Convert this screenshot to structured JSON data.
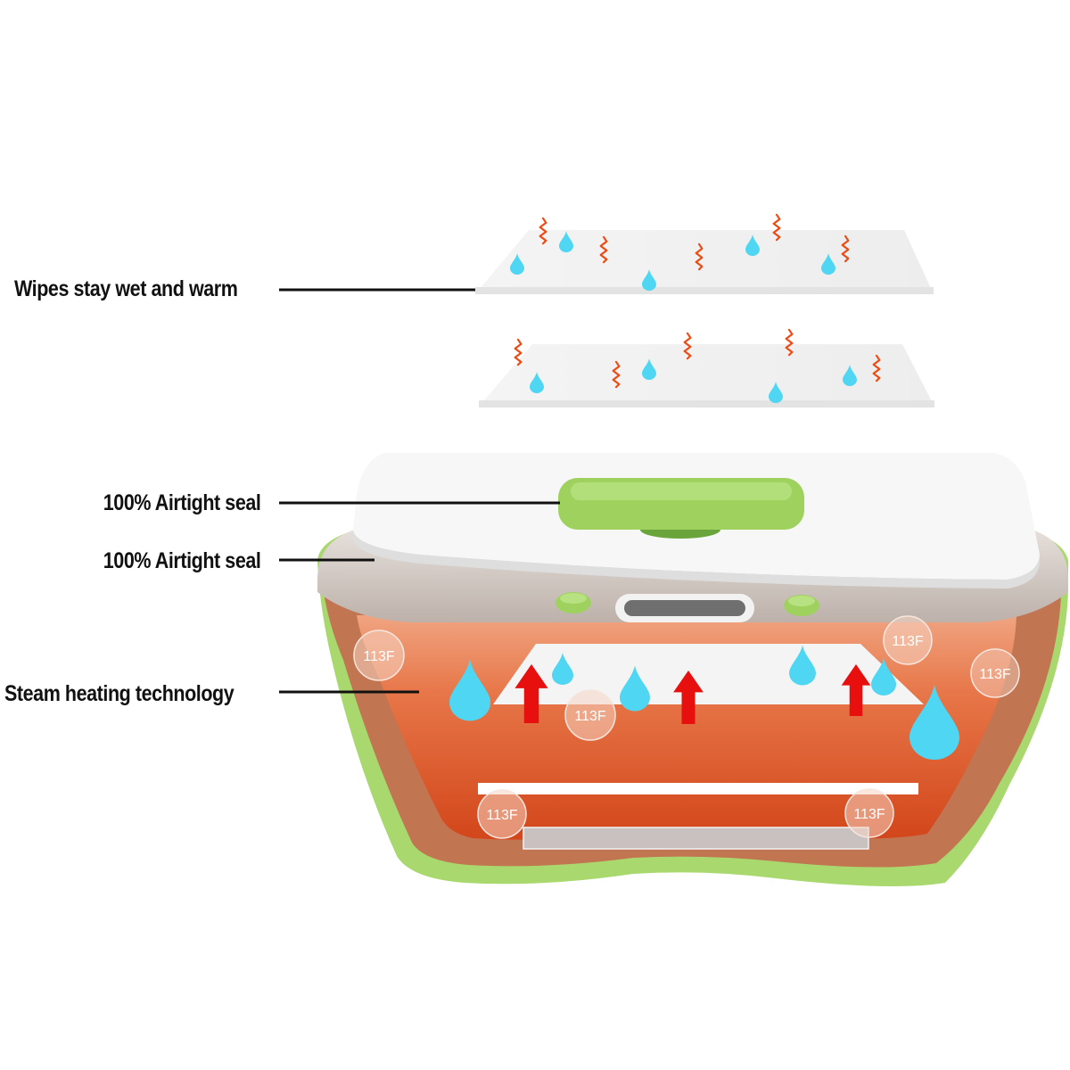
{
  "callouts": {
    "wipes": "Wipes stay wet and warm",
    "seal_lid": "100% Airtight seal",
    "seal_rim": "100% Airtight seal",
    "steam": "Steam heating technology"
  },
  "temperature_badges": [
    "113F",
    "113F",
    "113F",
    "113F",
    "113F",
    "113F"
  ],
  "colors": {
    "body_green": "#a9d86e",
    "body_brown": "#c27551",
    "interior_red": "#d84d1c",
    "lid_white": "#f7f7f7",
    "button_green": "#9fd15f",
    "droplet_blue": "#4fd6f2",
    "heat_squiggle": "#ee4a12",
    "steam_arrow": "#e80f0f"
  },
  "icons": [
    "water-droplet-icon",
    "heat-wave-icon",
    "steam-arrow-icon"
  ]
}
